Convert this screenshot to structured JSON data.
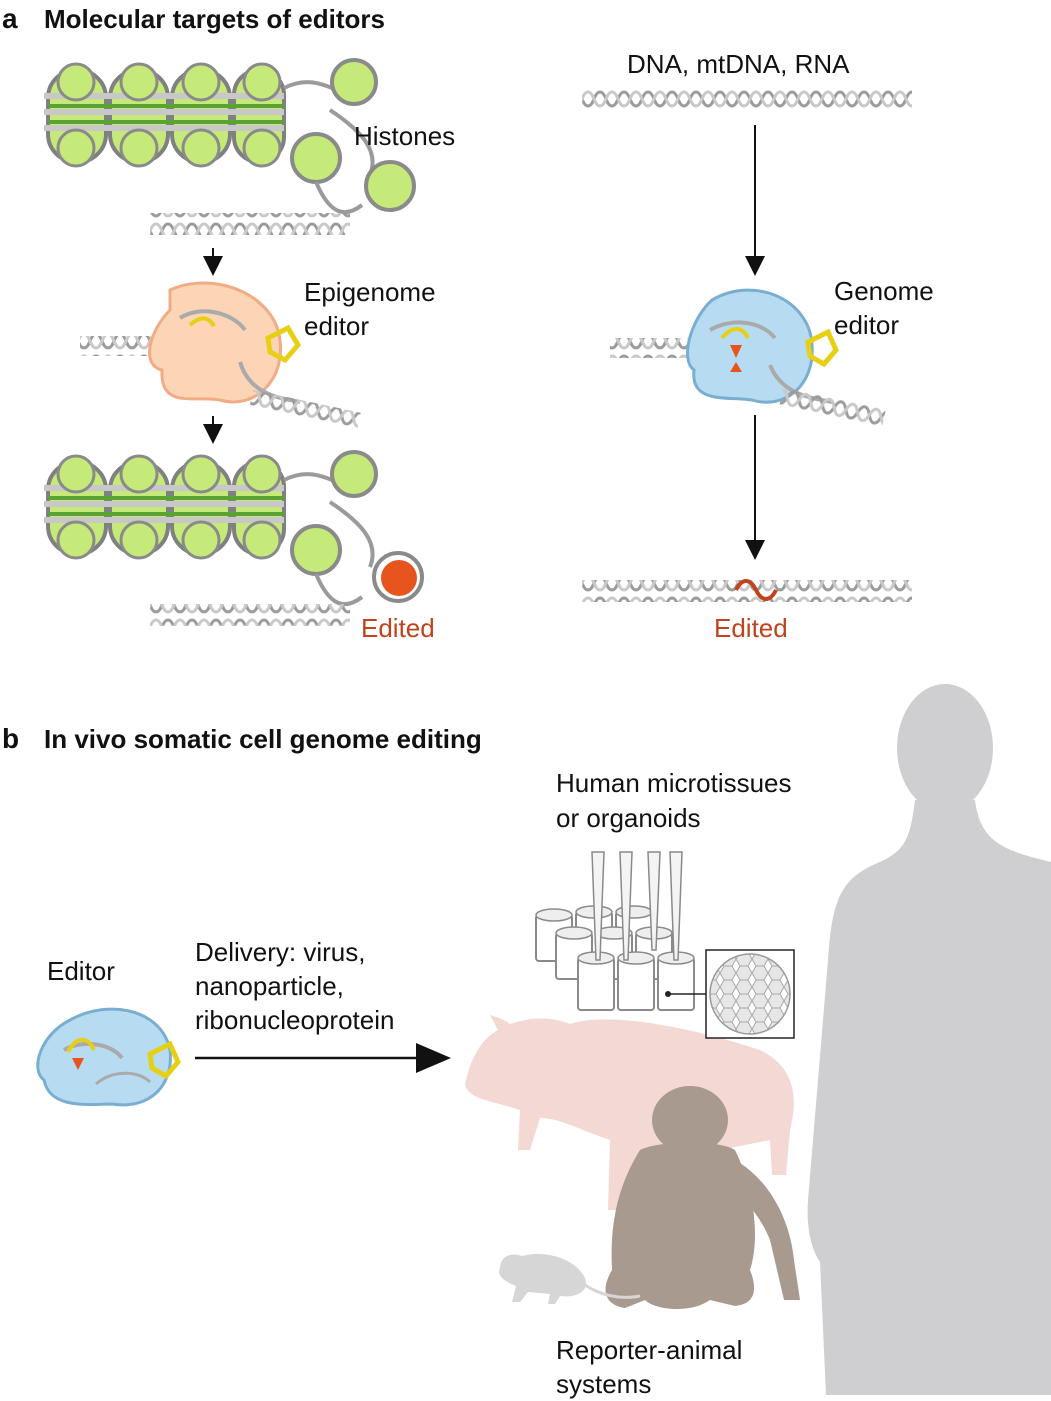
{
  "panel_a": {
    "letter": "a",
    "title": "Molecular targets of editors",
    "histones_label": "Histones",
    "epigenome_editor_line1": "Epigenome",
    "epigenome_editor_line2": "editor",
    "edited_left": "Edited",
    "nucleic_acids_label": "DNA, mtDNA, RNA",
    "genome_editor_line1": "Genome",
    "genome_editor_line2": "editor",
    "edited_right": "Edited"
  },
  "panel_b": {
    "letter": "b",
    "title": "In vivo somatic cell genome editing",
    "editor_label": "Editor",
    "delivery_line1": "Delivery: virus,",
    "delivery_line2": "nanoparticle,",
    "delivery_line3": "ribonucleoprotein",
    "microtissues_line1": "Human microtissues",
    "microtissues_line2": "or organoids",
    "reporter_line1": "Reporter-animal",
    "reporter_line2": "systems"
  },
  "colors": {
    "nucleosome_green": "#c5ea7a",
    "nucleosome_dark_green": "#5aa232",
    "dna_grey": "#a9a9a9",
    "epigenome_editor": "#fbd5b5",
    "genome_editor": "#b7dcf2",
    "guide_rna_yellow": "#e7cf14",
    "edited_orange": "#e8541d",
    "edited_text": "#c1431d",
    "human_silhouette": "#cfcfd1",
    "pig_silhouette": "#f3d8d3",
    "primate_silhouette": "#a89a8f",
    "mouse_silhouette": "#d6d6d6"
  }
}
